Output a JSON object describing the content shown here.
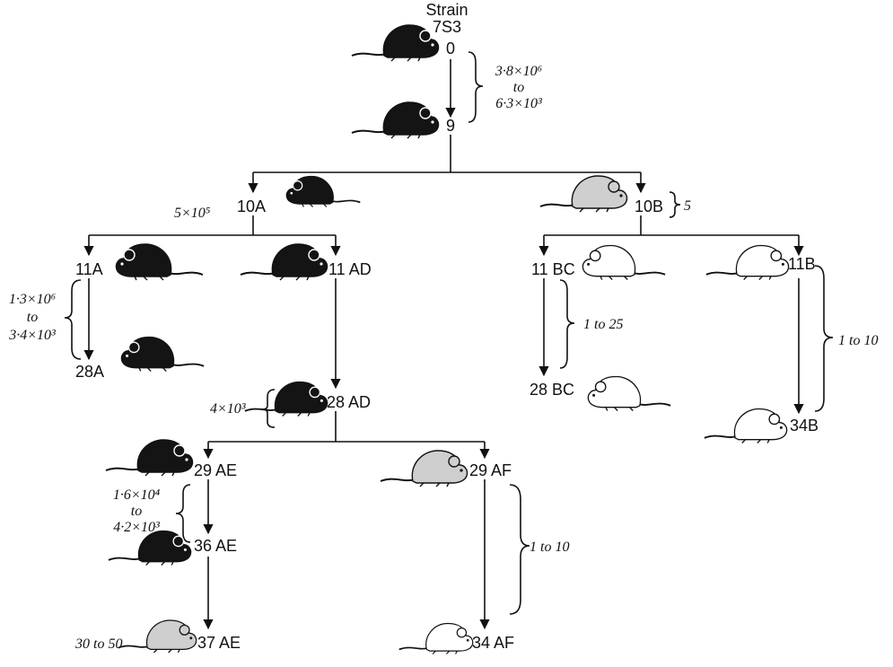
{
  "header": {
    "line1": "Strain",
    "line2": "7S3"
  },
  "colors": {
    "ink": "#111111",
    "dark": "#141414",
    "grey": "#cfcfcf",
    "white": "#ffffff"
  },
  "nodes": [
    {
      "id": "n0",
      "label": "0",
      "mouse": "dark"
    },
    {
      "id": "n9",
      "label": "9",
      "mouse": "dark"
    },
    {
      "id": "n10A",
      "label": "10A",
      "mouse": "dark"
    },
    {
      "id": "n10B",
      "label": "10B",
      "mouse": "grey"
    },
    {
      "id": "n11A",
      "label": "11A",
      "mouse": "dark"
    },
    {
      "id": "n11AD",
      "label": "11 AD",
      "mouse": "dark"
    },
    {
      "id": "n11BC",
      "label": "11 BC",
      "mouse": "white"
    },
    {
      "id": "n11B",
      "label": "11B",
      "mouse": "white"
    },
    {
      "id": "n28A",
      "label": "28A",
      "mouse": "dark"
    },
    {
      "id": "n28AD",
      "label": "28 AD",
      "mouse": "dark"
    },
    {
      "id": "n28BC",
      "label": "28 BC",
      "mouse": "white"
    },
    {
      "id": "n34B",
      "label": "34B",
      "mouse": "white"
    },
    {
      "id": "n29AE",
      "label": "29 AE",
      "mouse": "dark"
    },
    {
      "id": "n29AF",
      "label": "29 AF",
      "mouse": "grey"
    },
    {
      "id": "n36AE",
      "label": "36 AE",
      "mouse": "dark"
    },
    {
      "id": "n37AE",
      "label": "37 AE",
      "mouse": "grey"
    },
    {
      "id": "n34AF",
      "label": "34 AF",
      "mouse": "white"
    }
  ],
  "dose_labels": {
    "d_0_9": [
      "3·8×10⁶",
      "to",
      "6·3×10³"
    ],
    "d_10A": [
      "5×10⁵"
    ],
    "d_10B": [
      "5"
    ],
    "d_11A_28A": [
      "1·3×10⁶",
      "to",
      "3·4×10³"
    ],
    "d_11BC_28BC": [
      "1 to 25"
    ],
    "d_11B_34B": [
      "1 to 10"
    ],
    "d_28AD": [
      "4×10³"
    ],
    "d_29AE_36AE": [
      "1·6×10⁴",
      "to",
      "4·2×10³"
    ],
    "d_29AF_34AF": [
      "1 to 10"
    ],
    "d_37AE": [
      "30 to 50"
    ]
  }
}
